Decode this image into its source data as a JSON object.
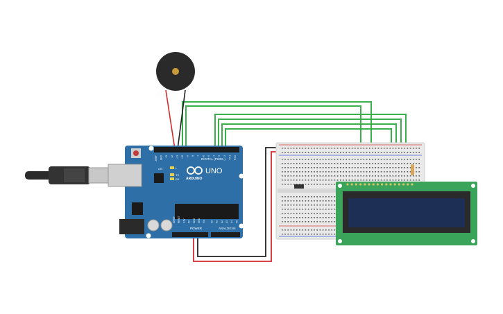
{
  "colors": {
    "background": "#ffffff",
    "arduino_board": "#2d6fa6",
    "arduino_dark": "#1f527d",
    "breadboard": "#e9e9e9",
    "breadboard_rail_red": "#d63b3b",
    "breadboard_rail_blue": "#3b5bd6",
    "lcd_pcb": "#3aa45a",
    "lcd_screen": "#1e2f55",
    "wire_green": "#3ab04a",
    "wire_red": "#d42a2a",
    "wire_black": "#222222",
    "wire_yellow": "#f2c428",
    "buzzer": "#2a2a2a",
    "buzzer_center": "#c99a3b",
    "usb": "#333333"
  },
  "arduino": {
    "brand": "ARDUINO",
    "model": "UNO",
    "digital_header_label": "DIGITAL (PWM~)",
    "power_label": "POWER",
    "analog_label": "ANALOG IN",
    "tx_label": "TX",
    "rx_label": "RX",
    "l_label": "L",
    "on_label": "ON",
    "top_pins": [
      "AREF",
      "GND",
      "13",
      "12",
      "~11",
      "~10",
      "~9",
      "8",
      "7",
      "~6",
      "~5",
      "4",
      "~3",
      "2",
      "TX 1",
      "RX 0"
    ],
    "bottom_pins": [
      "IOREF",
      "RESET",
      "3.3V",
      "5V",
      "GND",
      "GND",
      "Vin",
      "A0",
      "A1",
      "A2",
      "A3",
      "A4",
      "A5"
    ]
  },
  "icons": {
    "usb": "usb-plug-icon",
    "logo": "infinity-logo-icon"
  }
}
